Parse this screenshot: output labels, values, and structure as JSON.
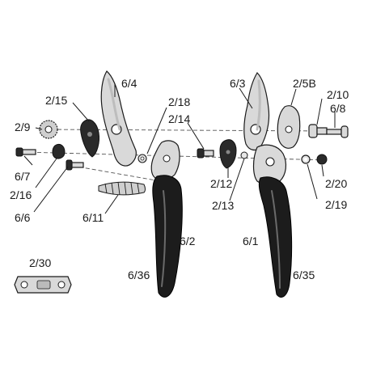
{
  "labels": {
    "p2_15": "2/15",
    "p2_9": "2/9",
    "p6_7": "6/7",
    "p2_16": "2/16",
    "p6_6": "6/6",
    "p6_4": "6/4",
    "p2_18": "2/18",
    "p2_14": "2/14",
    "p6_11": "6/11",
    "p6_2": "6/2",
    "p6_36": "6/36",
    "p2_30": "2/30",
    "p6_3": "6/3",
    "p2_5B": "2/5B",
    "p2_10": "2/10",
    "p6_8": "6/8",
    "p2_12": "2/12",
    "p2_13": "2/13",
    "p2_20": "2/20",
    "p2_19": "2/19",
    "p6_1": "6/1",
    "p6_35": "6/35"
  },
  "colors": {
    "ink": "#1a1a1a",
    "metal": "#d9d9d9",
    "grip": "#1c1c1c"
  }
}
